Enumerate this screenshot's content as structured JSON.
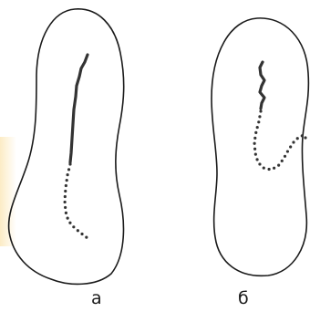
{
  "panels": [
    {
      "label": "а",
      "pattern": "solid-then-dotted-curve"
    },
    {
      "label": "б",
      "pattern": "wavy-then-dotted-hook"
    }
  ],
  "colors": {
    "outline": "#1a1a1a",
    "trace": "#333333",
    "background": "#ffffff"
  }
}
